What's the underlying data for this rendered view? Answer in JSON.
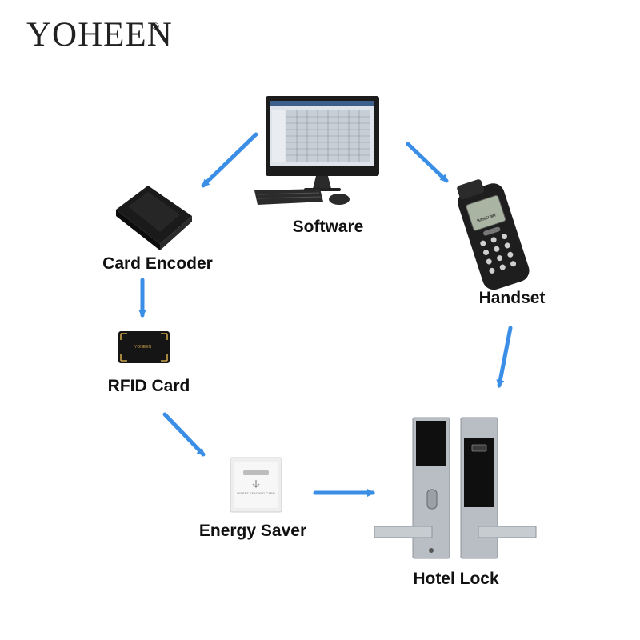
{
  "brand": {
    "name": "YOHEEN",
    "registered": "®"
  },
  "nodes": {
    "software": {
      "label": "Software"
    },
    "card_encoder": {
      "label": "Card Encoder"
    },
    "handset": {
      "label": "Handset"
    },
    "rfid_card": {
      "label": "RFID Card"
    },
    "energy_saver": {
      "label": "Energy Saver"
    },
    "hotel_lock": {
      "label": "Hotel Lock"
    }
  },
  "product_marks": {
    "handset_brand": "BANSUMT",
    "card_brand": "YOHEEN",
    "energy_saver_text": "INSERT KEYCARD CARD"
  },
  "colors": {
    "arrow": "#3a8ee6",
    "text": "#111111"
  }
}
